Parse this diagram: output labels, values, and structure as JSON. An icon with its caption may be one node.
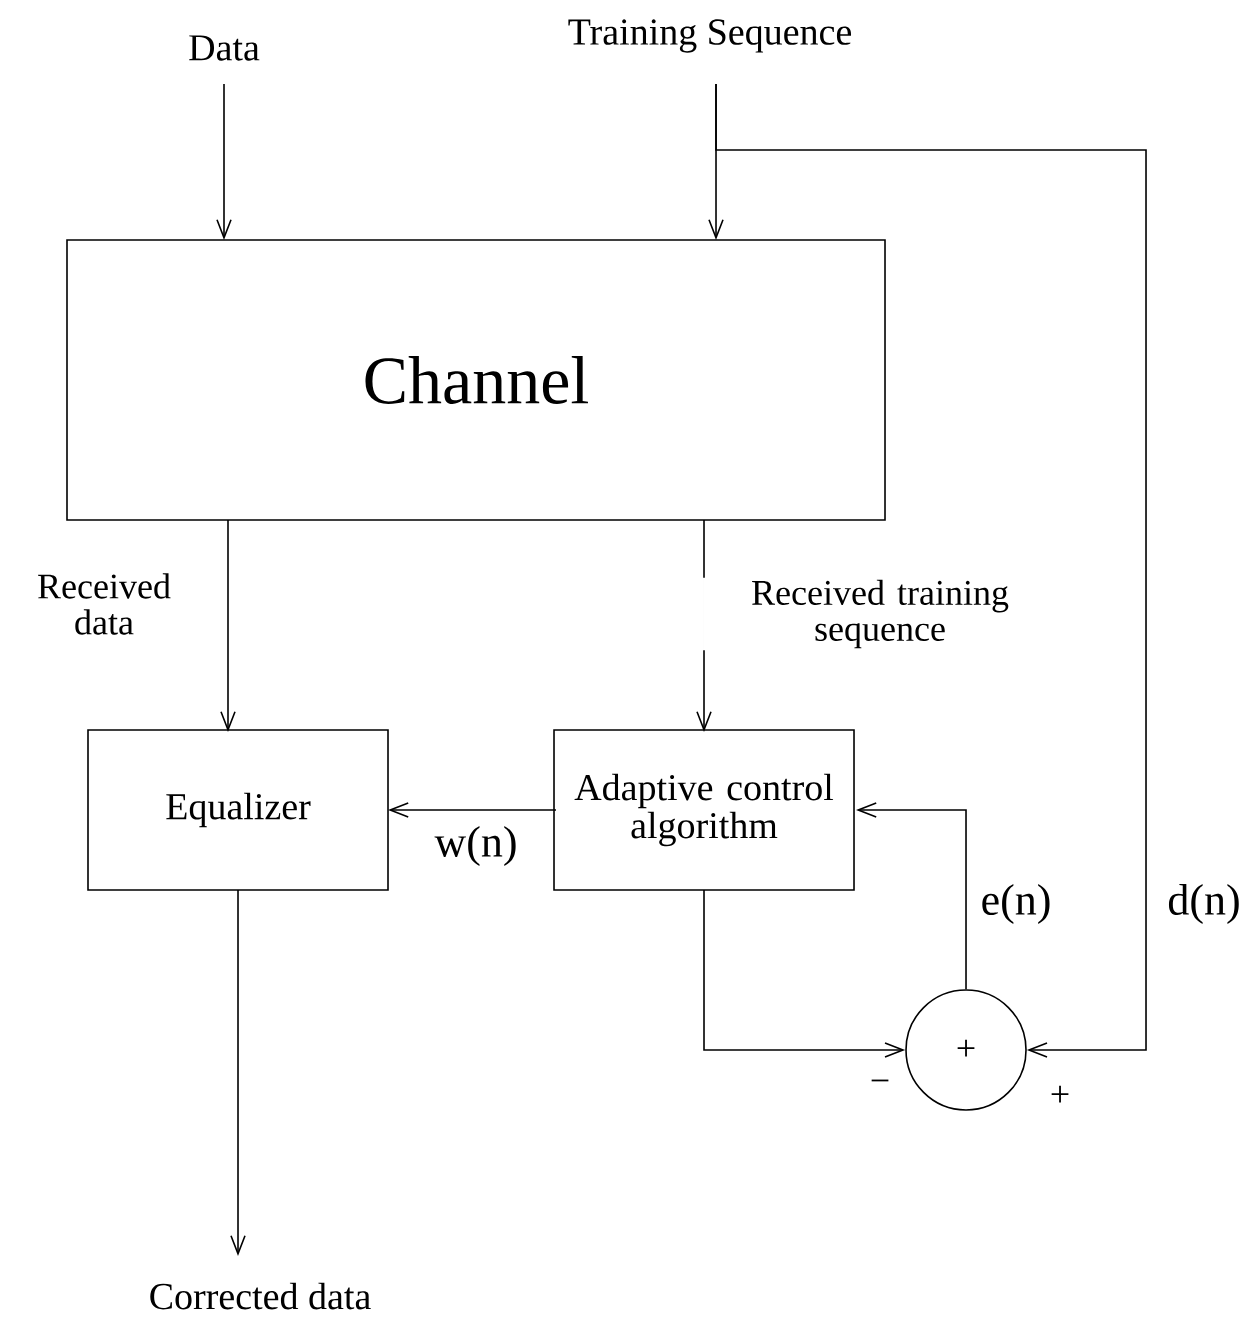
{
  "diagram": {
    "nodes": [
      {
        "text": [
          "Data"
        ]
      },
      {
        "text": [
          "Training Sequence"
        ]
      },
      {
        "text": [
          "Channel"
        ]
      },
      {
        "text": [
          "Equalizer"
        ]
      },
      {
        "text": [
          "Adaptive control algorithm"
        ]
      },
      {
        "text": [
          "+"
        ],
        "beside": [
          "−",
          "+"
        ]
      },
      {
        "text": [
          "Corrected data"
        ]
      }
    ],
    "edges": [
      {
        "from": 0,
        "to": 2,
        "arrow": "to"
      },
      {
        "from": 1,
        "to": 2,
        "arrow": "to"
      },
      {
        "from": 1,
        "to": 5,
        "arrow": "to",
        "label": "d(n)"
      },
      {
        "from": 2,
        "to": 3,
        "arrow": "to",
        "label": "Received data"
      },
      {
        "from": 2,
        "to": 4,
        "arrow": "to",
        "label": "Received training sequence"
      },
      {
        "from": 4,
        "to": 3,
        "arrow": "to",
        "label": "w(n)"
      },
      {
        "from": 5,
        "to": 4,
        "arrow": "to",
        "label": "e(n)"
      },
      {
        "from": 4,
        "to": 5,
        "arrow": "to"
      },
      {
        "from": 3,
        "to": 6,
        "arrow": "to"
      }
    ]
  }
}
